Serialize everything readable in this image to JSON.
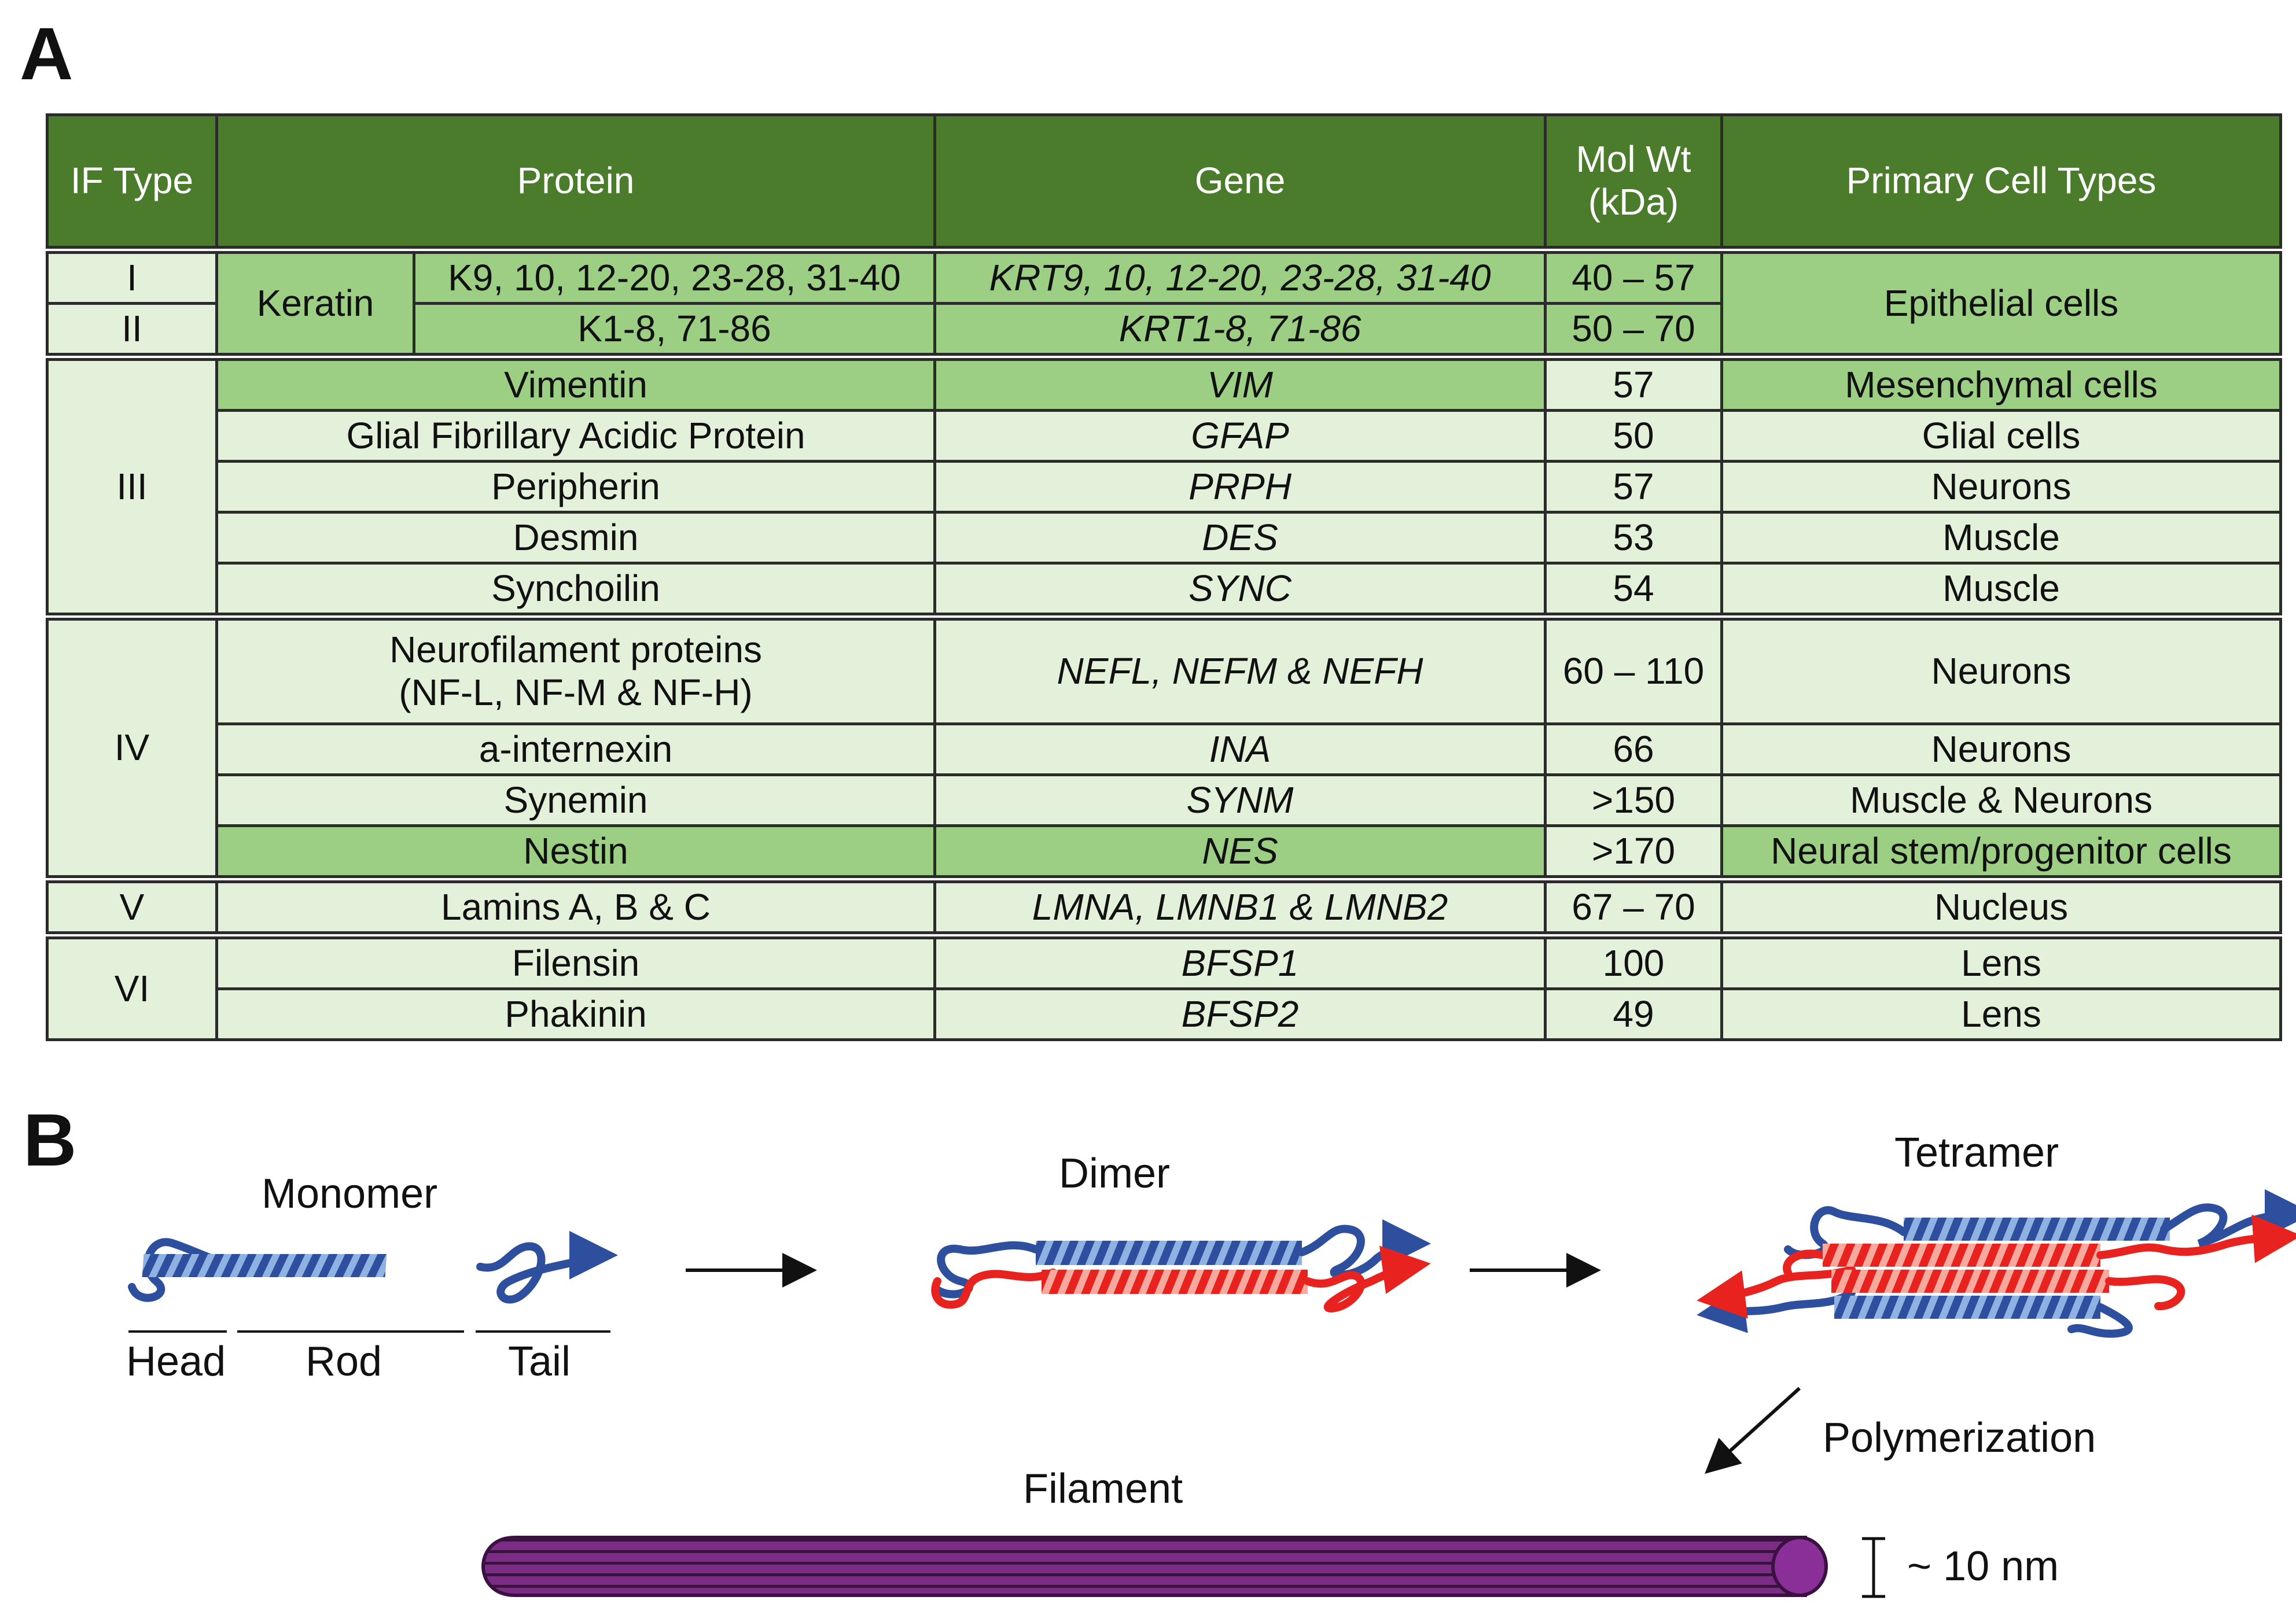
{
  "panels": {
    "a": "A",
    "b": "B"
  },
  "table": {
    "headers": {
      "if_type": "IF Type",
      "protein": "Protein",
      "gene": "Gene",
      "mol_wt_line1": "Mol Wt",
      "mol_wt_line2": "(kDa)",
      "cell_types": "Primary Cell Types"
    },
    "keratin": {
      "label": "Keratin",
      "cell_type": "Epithelial cells",
      "rows": [
        {
          "type": "I",
          "protein": "K9, 10, 12-20, 23-28, 31-40",
          "gene": "KRT9, 10, 12-20, 23-28, 31-40",
          "mw": "40 – 57"
        },
        {
          "type": "II",
          "protein": "K1-8, 71-86",
          "gene": "KRT1-8, 71-86",
          "mw": "50 – 70"
        }
      ]
    },
    "type3": {
      "type": "III",
      "rows": [
        {
          "protein": "Vimentin",
          "gene": "VIM",
          "mw": "57",
          "cell": "Mesenchymal cells"
        },
        {
          "protein": "Glial Fibrillary Acidic Protein",
          "gene": "GFAP",
          "mw": "50",
          "cell": "Glial cells"
        },
        {
          "protein": "Peripherin",
          "gene": "PRPH",
          "mw": "57",
          "cell": "Neurons"
        },
        {
          "protein": "Desmin",
          "gene": "DES",
          "mw": "53",
          "cell": "Muscle"
        },
        {
          "protein": "Synchoilin",
          "gene": "SYNC",
          "mw": "54",
          "cell": "Muscle"
        }
      ]
    },
    "type4": {
      "type": "IV",
      "rows": [
        {
          "protein_line1": "Neurofilament proteins",
          "protein_line2": "(NF-L, NF-M & NF-H)",
          "gene": "NEFL, NEFM & NEFH",
          "mw": "60 – 110",
          "cell": "Neurons"
        },
        {
          "protein": "a-internexin",
          "gene": "INA",
          "mw": "66",
          "cell": "Neurons"
        },
        {
          "protein": "Synemin",
          "gene": "SYNM",
          "mw": ">150",
          "cell": "Muscle & Neurons"
        },
        {
          "protein": "Nestin",
          "gene": "NES",
          "mw": ">170",
          "cell": "Neural stem/progenitor cells"
        }
      ]
    },
    "type5": {
      "type": "V",
      "rows": [
        {
          "protein": "Lamins A, B & C",
          "gene": "LMNA, LMNB1 & LMNB2",
          "mw": "67 – 70",
          "cell": "Nucleus"
        }
      ]
    },
    "type6": {
      "type": "VI",
      "rows": [
        {
          "protein": "Filensin",
          "gene": "BFSP1",
          "mw": "100",
          "cell": "Lens"
        },
        {
          "protein": "Phakinin",
          "gene": "BFSP2",
          "mw": "49",
          "cell": "Lens"
        }
      ]
    }
  },
  "diagram": {
    "monomer": "Monomer",
    "dimer": "Dimer",
    "tetramer": "Tetramer",
    "filament": "Filament",
    "polymerization": "Polymerization",
    "head": "Head",
    "rod": "Rod",
    "tail": "Tail",
    "scale": "~ 10 nm"
  },
  "colors": {
    "header_bg": "#4a7c2c",
    "row_light": "#e3f1da",
    "row_highlight": "#9ccf84",
    "strand_blue": "#2d4f9e",
    "strand_red": "#e8231f",
    "filament": "#7b2d86"
  }
}
